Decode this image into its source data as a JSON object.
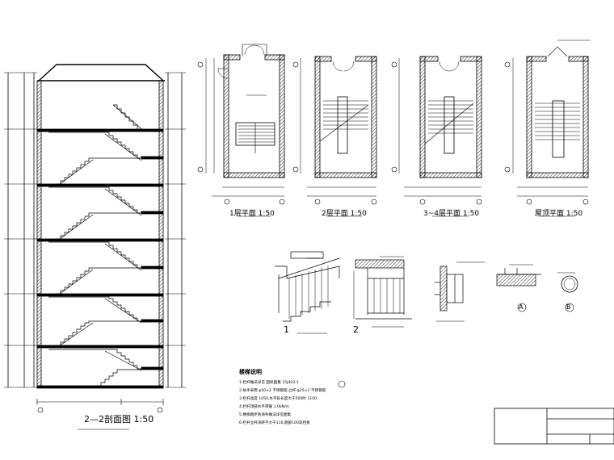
{
  "titles": {
    "section": "2—2剖面图 1:50",
    "plan1": "1层平面 1:50",
    "plan2": "2层平面 1:50",
    "plan3": "3~4层平面 1:50",
    "plan4": "屋顶平面 1:50"
  },
  "details": {
    "d1_marker": "1",
    "d2_marker": "2",
    "d3_caption": "",
    "A": "A",
    "B": "B"
  },
  "notes": {
    "heading": "楼梯说明",
    "lines": [
      "1.栏杆做法详见 国标图集 15J403-1",
      "2.扶手采用 φ50×2 不锈钢管,立杆 φ25×2 不锈钢管",
      "3.栏杆高度 1050,水平段长度大于500时 1100",
      "4.栏杆顶部水平荷载 1.0kN/m",
      "5.楼梯踏步防滑条做法详见图集",
      "6.栏杆立杆净距不大于110,底部100高挡板"
    ]
  },
  "title_block": {
    "cell1": "",
    "cell2": "",
    "cell3": ""
  }
}
